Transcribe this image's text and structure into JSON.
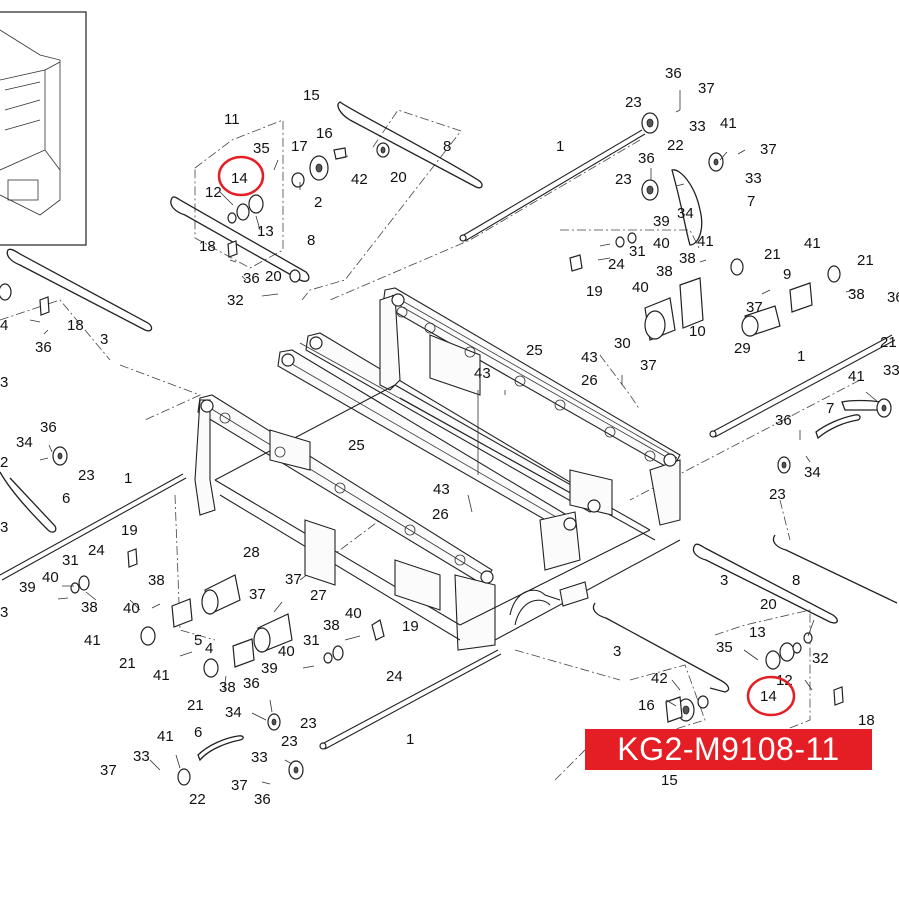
{
  "part_code": "KG2-M9108-11",
  "highlighted_part": "14",
  "callouts": {
    "top_left": [
      "11",
      "35",
      "14",
      "12",
      "13",
      "15",
      "16",
      "17",
      "42",
      "2",
      "20",
      "8",
      "18",
      "36",
      "20",
      "32"
    ],
    "top_right": [
      "36",
      "37",
      "23",
      "33",
      "41",
      "22",
      "37",
      "36",
      "23",
      "33",
      "34",
      "7",
      "39",
      "40",
      "31",
      "24",
      "38",
      "40",
      "19",
      "41",
      "21",
      "38",
      "10",
      "30",
      "37",
      "9",
      "41",
      "21",
      "37",
      "38",
      "29"
    ],
    "center": [
      "1",
      "25",
      "43",
      "25",
      "43",
      "26",
      "43",
      "26",
      "1",
      "36",
      "7",
      "41",
      "33",
      "34",
      "23"
    ],
    "left": [
      "18",
      "36",
      "3",
      "36",
      "34",
      "23",
      "6",
      "1",
      "19",
      "24",
      "31",
      "40",
      "39",
      "38",
      "40",
      "38",
      "41",
      "21",
      "5",
      "4",
      "28",
      "37",
      "27",
      "40",
      "31",
      "38",
      "39",
      "19",
      "24",
      "21",
      "41",
      "38",
      "36",
      "34",
      "23",
      "6",
      "41",
      "33",
      "37",
      "22",
      "33",
      "37",
      "36",
      "23",
      "1"
    ],
    "bottom_right": [
      "3",
      "8",
      "20",
      "13",
      "35",
      "32",
      "12",
      "14",
      "42",
      "16",
      "15",
      "18",
      "3"
    ]
  }
}
